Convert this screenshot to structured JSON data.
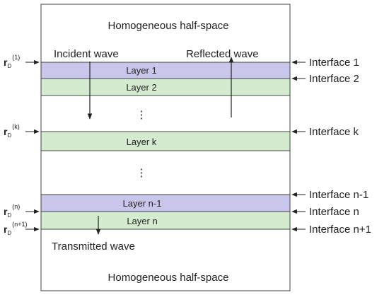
{
  "top_medium": "Homogeneous half-space",
  "bottom_medium": "Homogeneous half-space",
  "incident_wave": "Incident wave",
  "reflected_wave": "Reflected wave",
  "transmitted_wave": "Transmitted wave",
  "ellipsis": "⋮",
  "colors": {
    "purple_layer": "#c9c6eb",
    "green_layer": "#d4ebcf",
    "outline": "#444444"
  },
  "layers": {
    "layer_1": "Layer 1",
    "layer_2": "Layer 2",
    "layer_k": "Layer k",
    "layer_n_minus_1": "Layer n-1",
    "layer_n": "Layer n"
  },
  "interfaces": {
    "i1": "Interface 1",
    "i2": "Interface 2",
    "ik": "Interface k",
    "in_minus_1": "Interface n-1",
    "in": "Interface n",
    "in_plus_1": "Interface n+1"
  },
  "receivers": {
    "r1": {
      "base": "r",
      "sub": "D",
      "sup": "(1)"
    },
    "rk": {
      "base": "r",
      "sub": "D",
      "sup": "(k)"
    },
    "rn": {
      "base": "r",
      "sub": "D",
      "sup": "(n)"
    },
    "rn1": {
      "base": "r",
      "sub": "D",
      "sup": "(n+1)"
    }
  }
}
